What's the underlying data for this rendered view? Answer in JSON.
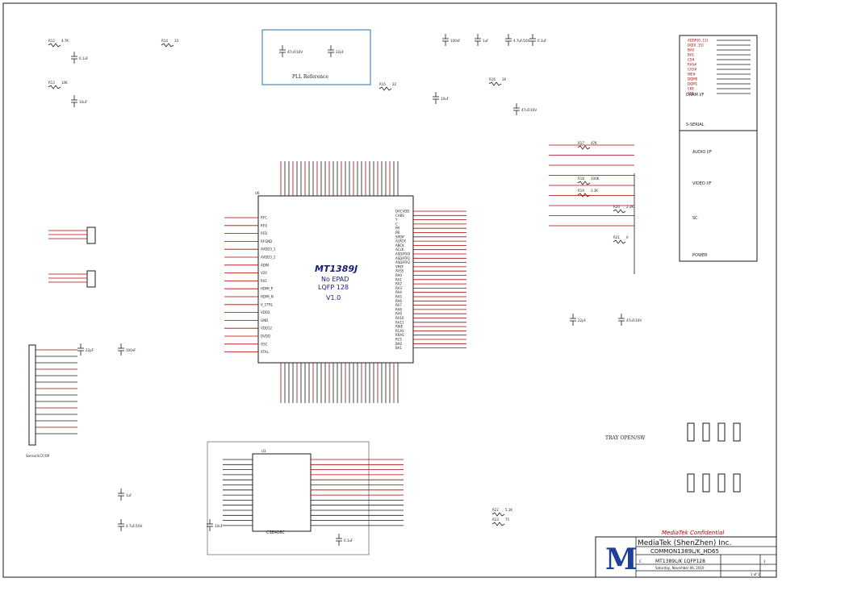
{
  "colors": {
    "wire": "#1a1a1a",
    "net": "#b00000",
    "chip_text": "#1a1a7a",
    "frame": "#000000"
  },
  "main_chip": {
    "name": "MT1389J",
    "line2": "No EPAD",
    "line3": "LQFP 128",
    "version": "V1.0",
    "ref": "U6"
  },
  "sub_chip": {
    "name": "CS8406C",
    "ref": "U3"
  },
  "pll_box": {
    "title": "PLL Reference"
  },
  "title_block": {
    "company": "MediaTek (ShenZhen) Inc.",
    "confidential": "MediaTek Confidential",
    "title": "COMMON1389L/K_HD65",
    "doc_number": "MT1389L/K LQFP128",
    "date": "Saturday, November 06, 2010",
    "logo": "M",
    "size": "C",
    "rev": "1",
    "sheet": "1 of 1"
  },
  "section_labels": {
    "dram": "DRAM I/F",
    "serial": "S-SERIAL",
    "audio": "AUDIO I/F",
    "video": "VIDEO I/F",
    "sc": "SC",
    "power": "POWER",
    "tray": "TRAY OPEN/SW",
    "connector": "Sensor/LCF/OP"
  },
  "right_nets": [
    "ADDR[0..11]",
    "DQ[0..15]",
    "BA0",
    "BA1",
    "CS#",
    "RAS#",
    "CAS#",
    "WE#",
    "DQM0",
    "DQM1",
    "CKE",
    "CLK"
  ],
  "left_pins": [
    "RFC",
    "RFO",
    "RFD",
    "RFGND",
    "AVDD3_1",
    "AVDD3_2",
    "ADIN",
    "V20",
    "RX1",
    "HDMI_P",
    "HDMI_N",
    "V_CTRL",
    "VDD3",
    "GND",
    "VDD12",
    "DVDD",
    "OSC",
    "XTAL"
  ],
  "right_pins": [
    "DACVDD",
    "CVBS",
    "Y",
    "C",
    "PR",
    "PB",
    "SPDIF",
    "ALRCK",
    "ABCK",
    "ACLK",
    "ASDATA0",
    "ASDATA1",
    "ASDATA2",
    "VREF",
    "AVSS",
    "RA0",
    "RA1",
    "RA2",
    "RA3",
    "RA4",
    "RA5",
    "RA6",
    "RA7",
    "RA8",
    "RA9",
    "RA10",
    "RA11",
    "RWE",
    "RCAS",
    "RRAS",
    "RCS",
    "BA0",
    "BA1"
  ],
  "resistor_labels": [
    "R12",
    "R13",
    "R14",
    "R15",
    "R16",
    "R17",
    "R18",
    "R19",
    "R20",
    "R21",
    "R22",
    "R23"
  ],
  "resistor_values": [
    "4.7K",
    "10K",
    "33",
    "22",
    "1K",
    "47K",
    "100K",
    "3.3K",
    "2.2K",
    "0",
    "5.1K",
    "75"
  ],
  "cap_values": [
    "0.1uF",
    "10uF",
    "47uF/16V",
    "22pF",
    "100nF",
    "1uF",
    "4.7uF/16V"
  ]
}
